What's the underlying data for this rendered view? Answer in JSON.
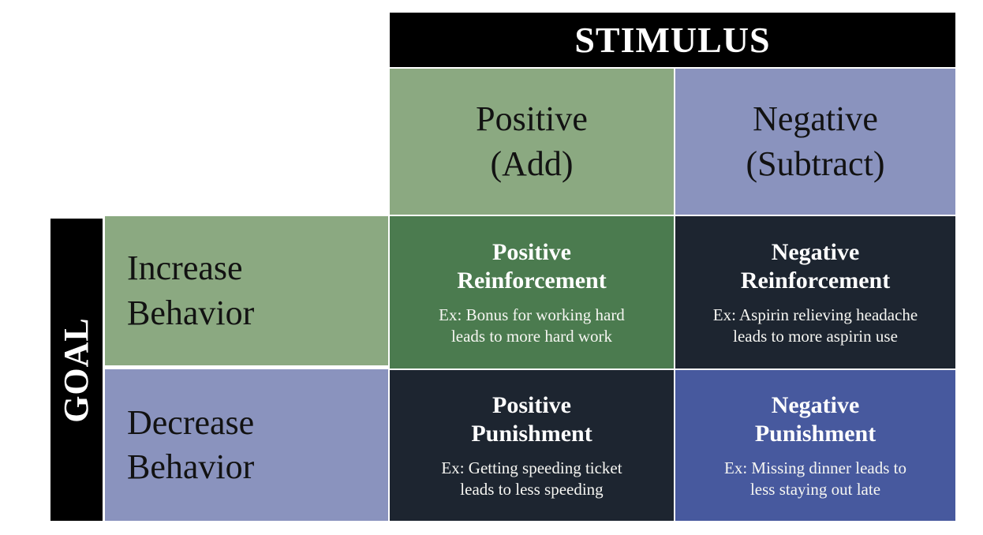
{
  "stimulus_header": {
    "label": "STIMULUS"
  },
  "goal_header": {
    "label": "GOAL"
  },
  "columns": [
    {
      "line1": "Positive",
      "line2": "(Add)"
    },
    {
      "line1": "Negative",
      "line2": "(Subtract)"
    }
  ],
  "rows": [
    {
      "line1": "Increase",
      "line2": "Behavior"
    },
    {
      "line1": "Decrease",
      "line2": "Behavior"
    }
  ],
  "quadrants": [
    {
      "title_line1": "Positive",
      "title_line2": "Reinforcement",
      "example_line1": "Ex: Bonus for working hard",
      "example_line2": "leads to more hard work"
    },
    {
      "title_line1": "Negative",
      "title_line2": "Reinforcement",
      "example_line1": "Ex: Aspirin relieving headache",
      "example_line2": "leads to more aspirin use"
    },
    {
      "title_line1": "Positive",
      "title_line2": "Punishment",
      "example_line1": "Ex: Getting speeding ticket",
      "example_line2": "leads to less speeding"
    },
    {
      "title_line1": "Negative",
      "title_line2": "Punishment",
      "example_line1": "Ex: Missing dinner leads to",
      "example_line2": "less staying out late"
    }
  ],
  "colors": {
    "header_bar": "#000000",
    "positive_stimulus": "#8BA981",
    "negative_stimulus": "#8A93BE",
    "positive_reinforcement": "#4B7B4F",
    "negative_reinforcement": "#1D2530",
    "positive_punishment": "#1D2530",
    "negative_punishment": "#47599E",
    "text_on_dark": "#FFFFFF",
    "text_on_light": "#121212"
  }
}
